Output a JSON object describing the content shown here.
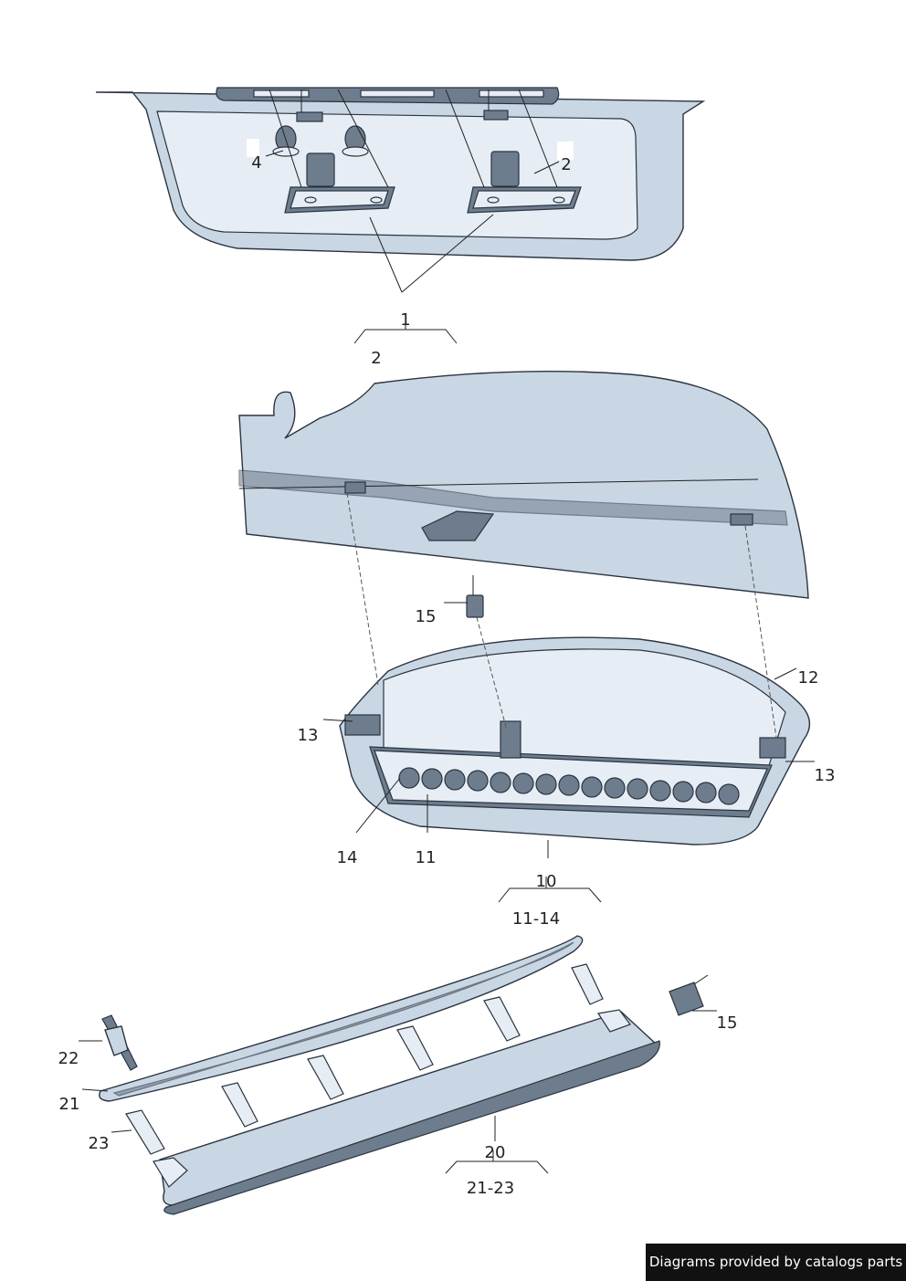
{
  "callouts": [
    {
      "id": "c1",
      "text": "1"
    },
    {
      "id": "c2a",
      "text": "2"
    },
    {
      "id": "c2b",
      "text": "2"
    },
    {
      "id": "c4",
      "text": "4"
    },
    {
      "id": "c10",
      "text": "10"
    },
    {
      "id": "c11",
      "text": "11"
    },
    {
      "id": "c12",
      "text": "12"
    },
    {
      "id": "c13a",
      "text": "13"
    },
    {
      "id": "c13b",
      "text": "13"
    },
    {
      "id": "c14",
      "text": "14"
    },
    {
      "id": "c15a",
      "text": "15"
    },
    {
      "id": "c15b",
      "text": "15"
    },
    {
      "id": "c20",
      "text": "20"
    },
    {
      "id": "c21",
      "text": "21"
    },
    {
      "id": "c22",
      "text": "22"
    },
    {
      "id": "c23",
      "text": "23"
    }
  ],
  "groups": [
    {
      "id": "g1",
      "text": "2"
    },
    {
      "id": "g10",
      "text": "11-14"
    },
    {
      "id": "g20",
      "text": "21-23"
    }
  ],
  "footer": {
    "text": "Diagrams provided by catalogs parts",
    "background": "#111111",
    "color": "#ffffff"
  },
  "colors": {
    "part_fill": "#c9d6e3",
    "outline": "#2b3440"
  }
}
